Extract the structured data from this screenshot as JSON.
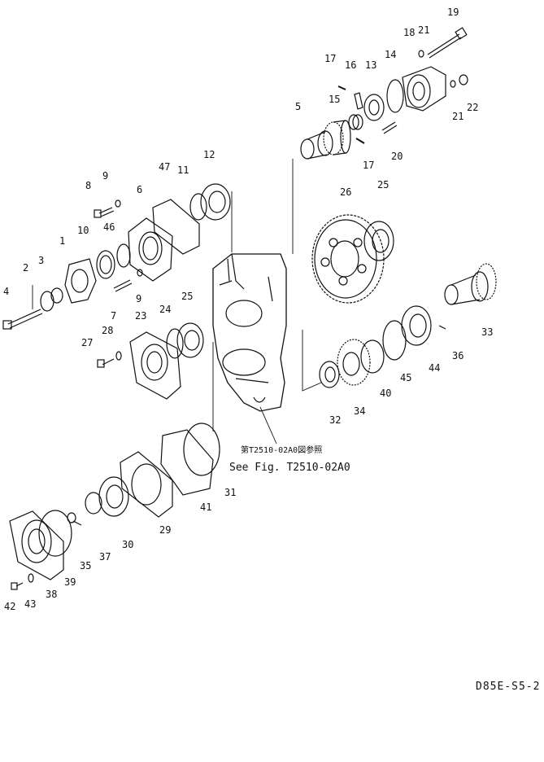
{
  "callouts": [
    {
      "id": "p1",
      "text": "1"
    },
    {
      "id": "p2",
      "text": "2"
    },
    {
      "id": "p3",
      "text": "3"
    },
    {
      "id": "p4",
      "text": "4"
    },
    {
      "id": "p5",
      "text": "5"
    },
    {
      "id": "p6",
      "text": "6"
    },
    {
      "id": "p7",
      "text": "7"
    },
    {
      "id": "p8",
      "text": "8"
    },
    {
      "id": "p9a",
      "text": "9"
    },
    {
      "id": "p9b",
      "text": "9"
    },
    {
      "id": "p10",
      "text": "10"
    },
    {
      "id": "p11",
      "text": "11"
    },
    {
      "id": "p12",
      "text": "12"
    },
    {
      "id": "p13",
      "text": "13"
    },
    {
      "id": "p14",
      "text": "14"
    },
    {
      "id": "p15",
      "text": "15"
    },
    {
      "id": "p16",
      "text": "16"
    },
    {
      "id": "p17a",
      "text": "17"
    },
    {
      "id": "p17b",
      "text": "17"
    },
    {
      "id": "p18",
      "text": "18"
    },
    {
      "id": "p19",
      "text": "19"
    },
    {
      "id": "p20",
      "text": "20"
    },
    {
      "id": "p21a",
      "text": "21"
    },
    {
      "id": "p21b",
      "text": "21"
    },
    {
      "id": "p22",
      "text": "22"
    },
    {
      "id": "p23",
      "text": "23"
    },
    {
      "id": "p24",
      "text": "24"
    },
    {
      "id": "p25a",
      "text": "25"
    },
    {
      "id": "p25b",
      "text": "25"
    },
    {
      "id": "p26",
      "text": "26"
    },
    {
      "id": "p27",
      "text": "27"
    },
    {
      "id": "p28",
      "text": "28"
    },
    {
      "id": "p29",
      "text": "29"
    },
    {
      "id": "p30",
      "text": "30"
    },
    {
      "id": "p31",
      "text": "31"
    },
    {
      "id": "p32",
      "text": "32"
    },
    {
      "id": "p33",
      "text": "33"
    },
    {
      "id": "p34",
      "text": "34"
    },
    {
      "id": "p35",
      "text": "35"
    },
    {
      "id": "p36",
      "text": "36"
    },
    {
      "id": "p37",
      "text": "37"
    },
    {
      "id": "p38",
      "text": "38"
    },
    {
      "id": "p39",
      "text": "39"
    },
    {
      "id": "p40",
      "text": "40"
    },
    {
      "id": "p41",
      "text": "41"
    },
    {
      "id": "p42",
      "text": "42"
    },
    {
      "id": "p43",
      "text": "43"
    },
    {
      "id": "p44",
      "text": "44"
    },
    {
      "id": "p45",
      "text": "45"
    },
    {
      "id": "p46",
      "text": "46"
    },
    {
      "id": "p47",
      "text": "47"
    }
  ],
  "reference": {
    "japanese": "第T2510-02A0図参照",
    "english": "See Fig. T2510-02A0"
  },
  "drawing_code": "D85E-S5-2"
}
